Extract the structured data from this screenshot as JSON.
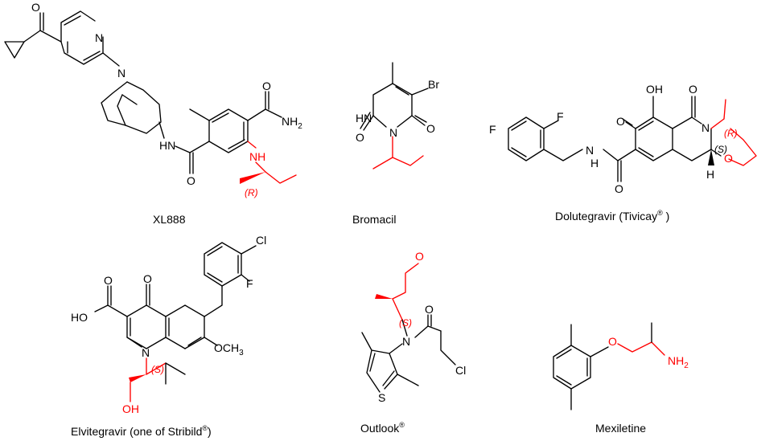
{
  "compounds": [
    {
      "name": "XL888",
      "atoms": {
        "o1": "O",
        "n1": "N",
        "n2": "N",
        "nh": "HN",
        "o2": "O",
        "o3": "O",
        "nh2": "NH",
        "nh2_sub": "2",
        "nh_red": "NH"
      },
      "stereo": "(R)"
    },
    {
      "name": "Bromacil",
      "atoms": {
        "br": "Br",
        "hn": "HN",
        "o1": "O",
        "n": "N",
        "o2": "O"
      }
    },
    {
      "name": "Dolutegravir (Tivicay",
      "name_sup": "®",
      "name_tail": " )",
      "atoms": {
        "f1": "F",
        "f2": "F",
        "oh": "OH",
        "o1": "O",
        "o2": "O",
        "n1": "N",
        "o3": "O",
        "o4": "O",
        "n2": "N",
        "h": "H",
        "nh": "H"
      },
      "stereo_r": "(R)",
      "stereo_s": "(S)"
    },
    {
      "name": "Elvitegravir (one of Stribild",
      "name_sup": "®",
      "name_tail": ")",
      "atoms": {
        "cl": "Cl",
        "f": "F",
        "o1": "O",
        "ho": "HO",
        "o2": "O",
        "n": "N",
        "och": "OCH",
        "och_sub": "3",
        "oh": "OH"
      },
      "stereo": "(S)"
    },
    {
      "name": "Outlook",
      "name_sup": "®",
      "atoms": {
        "o1": "O",
        "o2": "O",
        "n": "N",
        "s": "S",
        "cl": "Cl"
      },
      "stereo": "(S)"
    },
    {
      "name": "Mexiletine",
      "atoms": {
        "o": "O",
        "nh": "NH",
        "nh_sub": "2"
      }
    }
  ]
}
